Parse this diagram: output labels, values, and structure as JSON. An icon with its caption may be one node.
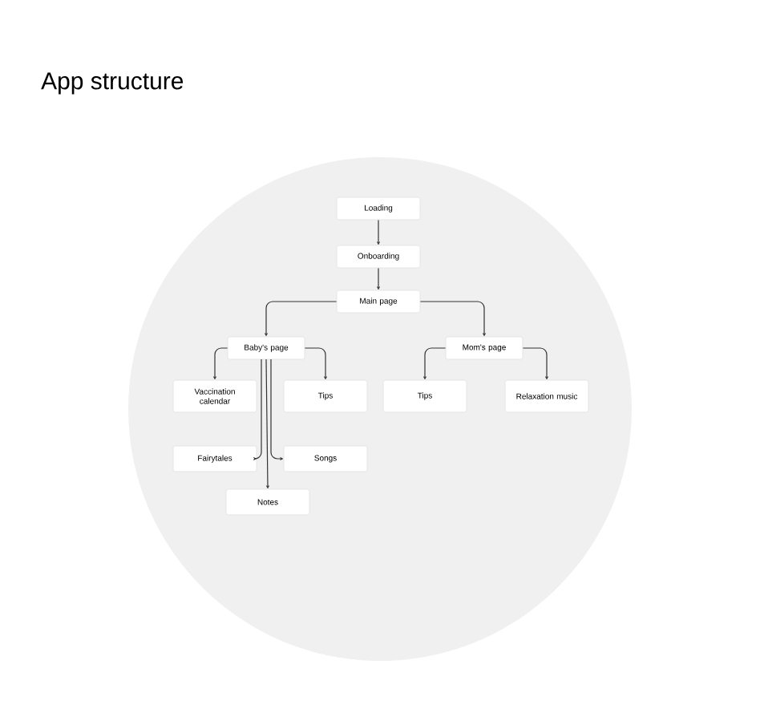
{
  "diagram": {
    "title": "App structure",
    "nodes": [
      {
        "text": [
          "Loading"
        ]
      },
      {
        "text": [
          "Onboarding"
        ]
      },
      {
        "text": [
          "Main page"
        ]
      },
      {
        "text": [
          "Baby's page"
        ]
      },
      {
        "text": [
          "Mom's page"
        ]
      },
      {
        "text": [
          "Vaccination calendar"
        ]
      },
      {
        "text": [
          "Tips"
        ]
      },
      {
        "text": [
          "Tips"
        ]
      },
      {
        "text": [
          "Relaxation music"
        ]
      },
      {
        "text": [
          "Fairytales"
        ]
      },
      {
        "text": [
          "Songs"
        ]
      },
      {
        "text": [
          "Notes"
        ]
      }
    ],
    "edges": [
      {
        "from": 0,
        "to": 1,
        "arrow": "to"
      },
      {
        "from": 1,
        "to": 2,
        "arrow": "to"
      },
      {
        "from": 2,
        "to": 3,
        "arrow": "to"
      },
      {
        "from": 2,
        "to": 4,
        "arrow": "to"
      },
      {
        "from": 3,
        "to": 5,
        "arrow": "to"
      },
      {
        "from": 3,
        "to": 6,
        "arrow": "to"
      },
      {
        "from": 4,
        "to": 7,
        "arrow": "to"
      },
      {
        "from": 4,
        "to": 8,
        "arrow": "to"
      },
      {
        "from": 3,
        "to": 9,
        "arrow": "to"
      },
      {
        "from": 3,
        "to": 10,
        "arrow": "to"
      },
      {
        "from": 3,
        "to": 11,
        "arrow": "to"
      }
    ]
  }
}
